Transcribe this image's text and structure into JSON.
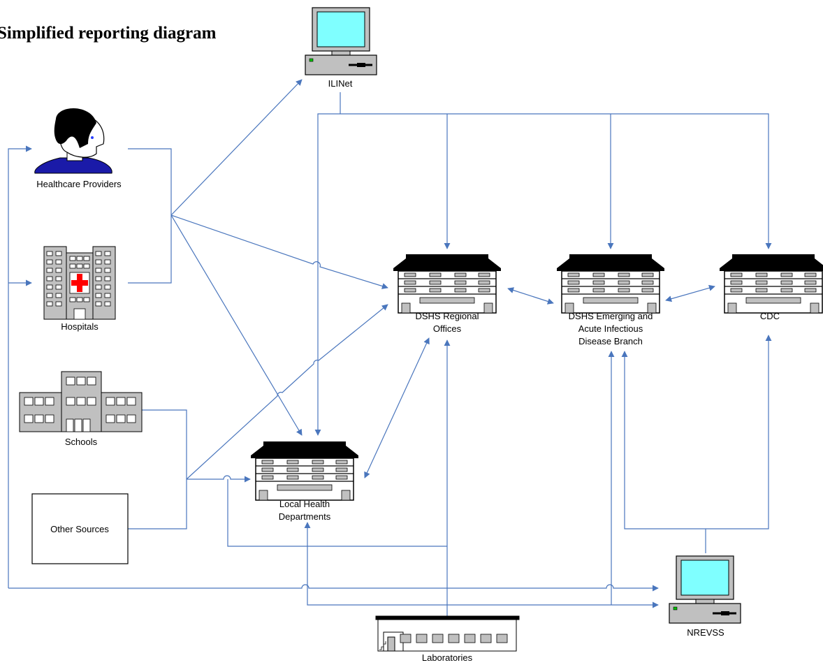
{
  "title": "Simplified reporting diagram",
  "colors": {
    "connector": "#4a76bd",
    "screen": "#7fffff",
    "cross": "#ff0000",
    "building": "#c0c0c0",
    "person_shirt": "#1a1aa8"
  },
  "nodes": {
    "ilinet": {
      "label": "ILINet",
      "icon": "computer-icon"
    },
    "healthcare_providers": {
      "label": "Healthcare Providers",
      "icon": "person-icon"
    },
    "hospitals": {
      "label": "Hospitals",
      "icon": "hospital-icon"
    },
    "schools": {
      "label": "Schools",
      "icon": "school-icon"
    },
    "other_sources": {
      "label": "Other Sources"
    },
    "local_health": {
      "label_lines": [
        "Local Health",
        "Departments"
      ],
      "icon": "server-icon"
    },
    "dshs_regional": {
      "label_lines": [
        "DSHS Regional",
        "Offices"
      ],
      "icon": "server-icon"
    },
    "dshs_emerging": {
      "label_lines": [
        "DSHS Emerging and",
        "Acute Infectious",
        "Disease Branch"
      ],
      "icon": "server-icon"
    },
    "cdc": {
      "label": "CDC",
      "icon": "server-icon"
    },
    "nrevss": {
      "label": "NREVSS",
      "icon": "computer-icon"
    },
    "laboratories": {
      "label": "Laboratories",
      "icon": "laboratory-icon"
    }
  }
}
